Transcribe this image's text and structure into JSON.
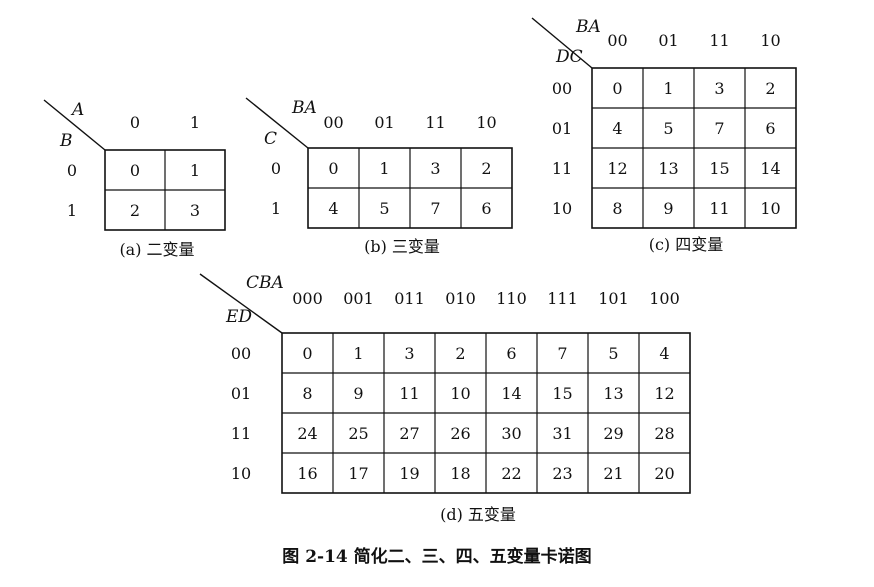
{
  "maps": [
    {
      "id": "a",
      "col_var": "A",
      "row_var": "B",
      "col_headers": [
        "0",
        "1"
      ],
      "row_headers": [
        "0",
        "1"
      ],
      "cells": [
        [
          "0",
          "1"
        ],
        [
          "2",
          "3"
        ]
      ],
      "caption": "(a) 二变量"
    },
    {
      "id": "b",
      "col_var": "BA",
      "row_var": "C",
      "col_headers": [
        "00",
        "01",
        "11",
        "10"
      ],
      "row_headers": [
        "0",
        "1"
      ],
      "cells": [
        [
          "0",
          "1",
          "3",
          "2"
        ],
        [
          "4",
          "5",
          "7",
          "6"
        ]
      ],
      "caption": "(b) 三变量"
    },
    {
      "id": "c",
      "col_var": "BA",
      "row_var": "DC",
      "col_headers": [
        "00",
        "01",
        "11",
        "10"
      ],
      "row_headers": [
        "00",
        "01",
        "11",
        "10"
      ],
      "cells": [
        [
          "0",
          "1",
          "3",
          "2"
        ],
        [
          "4",
          "5",
          "7",
          "6"
        ],
        [
          "12",
          "13",
          "15",
          "14"
        ],
        [
          "8",
          "9",
          "11",
          "10"
        ]
      ],
      "caption": "(c) 四变量"
    },
    {
      "id": "d",
      "col_var": "CBA",
      "row_var": "ED",
      "col_headers": [
        "000",
        "001",
        "011",
        "010",
        "110",
        "111",
        "101",
        "100"
      ],
      "row_headers": [
        "00",
        "01",
        "11",
        "10"
      ],
      "cells": [
        [
          "0",
          "1",
          "3",
          "2",
          "6",
          "7",
          "5",
          "4"
        ],
        [
          "8",
          "9",
          "11",
          "10",
          "14",
          "15",
          "13",
          "12"
        ],
        [
          "24",
          "25",
          "27",
          "26",
          "30",
          "31",
          "29",
          "28"
        ],
        [
          "16",
          "17",
          "19",
          "18",
          "22",
          "23",
          "21",
          "20"
        ]
      ],
      "caption": "(d) 五变量"
    }
  ],
  "figure_caption": "图 2-14   简化二、三、四、五变量卡诺图",
  "colors": {
    "line": "#111111",
    "text": "#111111",
    "background": "#ffffff"
  }
}
